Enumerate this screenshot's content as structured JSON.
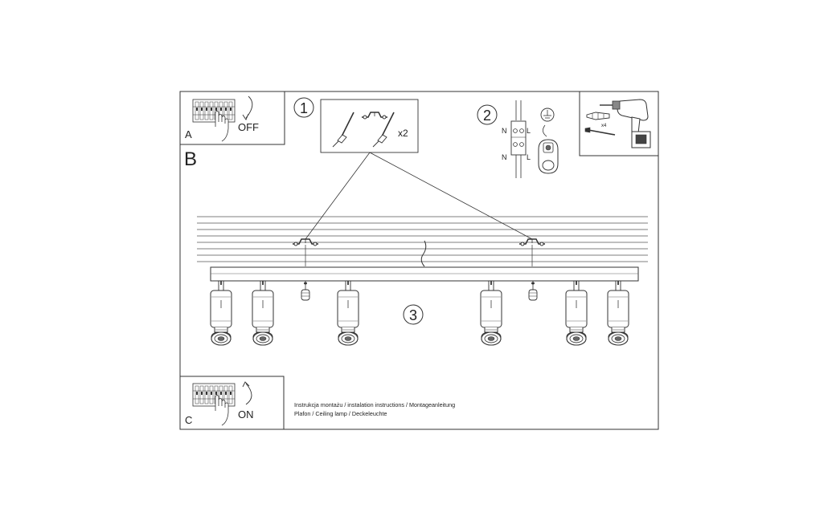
{
  "panels": {
    "a": {
      "letter": "A",
      "action": "OFF"
    },
    "b": {
      "letter": "B"
    },
    "c": {
      "letter": "C",
      "action": "ON"
    }
  },
  "steps": {
    "one": "1",
    "two": "2",
    "three": "3"
  },
  "bracket_count": "x2",
  "screw_count": "x4",
  "wiring": {
    "neutral": "N",
    "live": "L"
  },
  "caption": {
    "line1": "Instrukcja montażu / instalation instructions / Montageanleitung",
    "line2": "Plafon / Ceiling lamp / Deckeleuchte"
  },
  "icons": [
    "circuit-breaker-icon",
    "hand-icon",
    "ceiling-bracket-icon",
    "screw-icon",
    "terminal-block-icon",
    "ground-icon",
    "drill-icon",
    "wall-plug-icon",
    "spotlight-icon"
  ]
}
